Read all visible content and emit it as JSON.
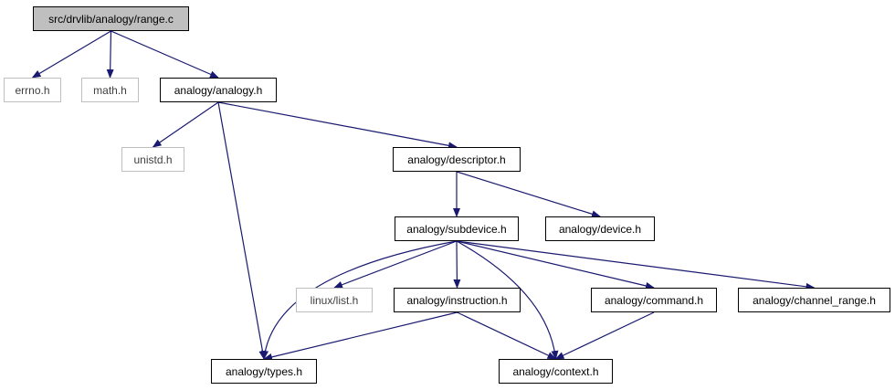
{
  "colors": {
    "edge": "#191970",
    "root_fill": "#bfbfbf",
    "system_border": "#bfbfbf",
    "node_border": "#000000"
  },
  "nodes": {
    "range_c": "src/drvlib/analogy/range.c",
    "errno_h": "errno.h",
    "math_h": "math.h",
    "analogy_h": "analogy/analogy.h",
    "unistd_h": "unistd.h",
    "descriptor_h": "analogy/descriptor.h",
    "subdevice_h": "analogy/subdevice.h",
    "device_h": "analogy/device.h",
    "list_h": "linux/list.h",
    "instruction_h": "analogy/instruction.h",
    "command_h": "analogy/command.h",
    "channel_range_h": "analogy/channel_range.h",
    "types_h": "analogy/types.h",
    "context_h": "analogy/context.h"
  },
  "edges": [
    [
      "range_c",
      "errno_h"
    ],
    [
      "range_c",
      "math_h"
    ],
    [
      "range_c",
      "analogy_h"
    ],
    [
      "analogy_h",
      "unistd_h"
    ],
    [
      "analogy_h",
      "descriptor_h"
    ],
    [
      "analogy_h",
      "types_h"
    ],
    [
      "descriptor_h",
      "subdevice_h"
    ],
    [
      "descriptor_h",
      "device_h"
    ],
    [
      "subdevice_h",
      "types_h"
    ],
    [
      "subdevice_h",
      "list_h"
    ],
    [
      "subdevice_h",
      "instruction_h"
    ],
    [
      "subdevice_h",
      "context_h"
    ],
    [
      "subdevice_h",
      "command_h"
    ],
    [
      "subdevice_h",
      "channel_range_h"
    ],
    [
      "instruction_h",
      "types_h"
    ],
    [
      "instruction_h",
      "context_h"
    ],
    [
      "command_h",
      "context_h"
    ]
  ]
}
